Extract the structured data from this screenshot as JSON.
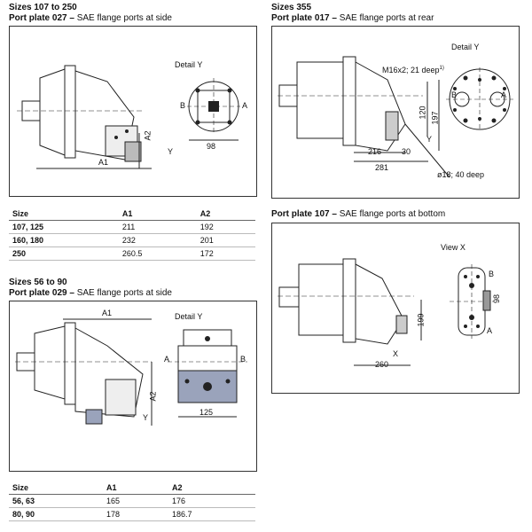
{
  "s1": {
    "title": "Sizes 107 to 250",
    "sub_bold": "Port plate 027 –",
    "sub": " SAE flange ports at side",
    "detail": "Detail Y",
    "labels": {
      "B": "B",
      "A": "A",
      "A1": "A1",
      "A2": "A2",
      "Y": "Y",
      "d98": "98"
    },
    "table": {
      "headers": [
        "Size",
        "A1",
        "A2"
      ],
      "rows": [
        [
          "107, 125",
          "211",
          "192"
        ],
        [
          "160, 180",
          "232",
          "201"
        ],
        [
          "250",
          "260.5",
          "172"
        ]
      ]
    }
  },
  "s2": {
    "title": "Sizes 355",
    "sub_bold": "Port plate 017 –",
    "sub": " SAE flange ports at rear",
    "detail": "Detail Y",
    "thread": "M16x2; 21 deep",
    "thread_sup": "1)",
    "labels": {
      "B": "B",
      "A": "A",
      "Y": "Y",
      "d120": "120",
      "d197": "197",
      "d216": "216",
      "d30": "30",
      "d281": "281",
      "hole": "ø18; 40 deep"
    }
  },
  "s3": {
    "title": "Sizes 56 to 90",
    "sub_bold": "Port plate 029 –",
    "sub": " SAE flange ports at side",
    "detail": "Detail Y",
    "labels": {
      "A1": "A1",
      "A2": "A2",
      "A": "A",
      "B": "B",
      "Y": "Y",
      "d125": "125"
    },
    "table": {
      "headers": [
        "Size",
        "A1",
        "A2"
      ],
      "rows": [
        [
          "56, 63",
          "165",
          "176"
        ],
        [
          "80, 90",
          "178",
          "186.7"
        ]
      ]
    }
  },
  "s4": {
    "sub_bold": "Port plate 107 –",
    "sub": " SAE flange ports at bottom",
    "view": "View X",
    "labels": {
      "B": "B",
      "A": "A",
      "X": "X",
      "d199": "199",
      "d260": "260",
      "d98": "98"
    }
  }
}
